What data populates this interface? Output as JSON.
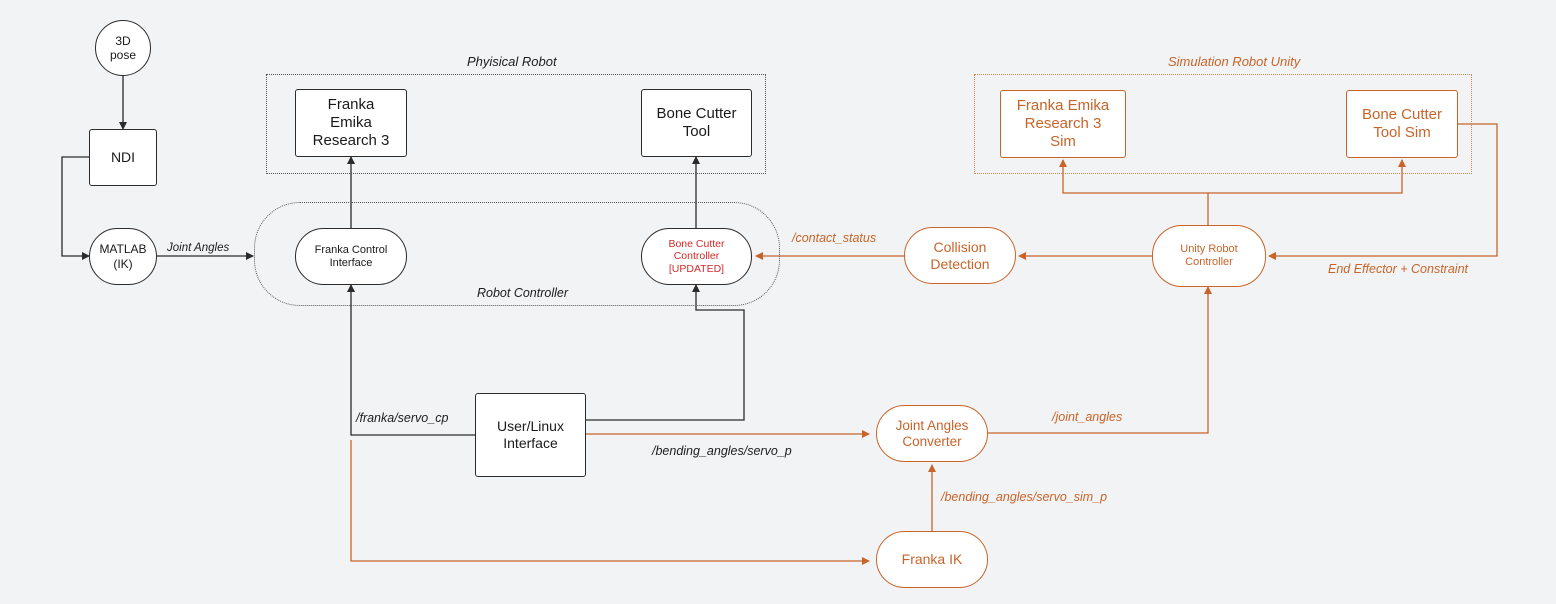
{
  "colors": {
    "background": "#f2f3f4",
    "physical": "#2b2b2b",
    "simulation": "#c8642a",
    "highlight": "#d22b2b"
  },
  "groups": {
    "physical_robot": "Phyisical Robot",
    "simulation_robot": "Simulation Robot Unity",
    "robot_controller": "Robot Controller"
  },
  "nodes": {
    "pose": "3D\npose",
    "ndi": "NDI",
    "matlab": "MATLAB\n(IK)",
    "franka_robot": "Franka\nEmika\nResearch 3",
    "bone_cutter_tool": "Bone Cutter\nTool",
    "franka_control": "Franka Control\nInterface",
    "bone_cutter_controller": "Bone Cutter\nController\n[UPDATED]",
    "franka_sim": "Franka Emika\nResearch 3\nSim",
    "bone_cutter_sim": "Bone Cutter\nTool Sim",
    "collision_detection": "Collision\nDetection",
    "unity_controller": "Unity Robot\nController",
    "user_interface": "User/Linux\nInterface",
    "joint_converter": "Joint Angles\nConverter",
    "franka_ik": "Franka IK"
  },
  "edge_labels": {
    "joint_angles": "Joint Angles",
    "contact_status": "/contact_status",
    "end_effector": "End Effector + Constraint",
    "servo_cp": "/franka/servo_cp",
    "bending_servo_p": "/bending_angles/servo_p",
    "joint_angles_topic": "/joint_angles",
    "bending_servo_sim_p": "/bending_angles/servo_sim_p"
  }
}
